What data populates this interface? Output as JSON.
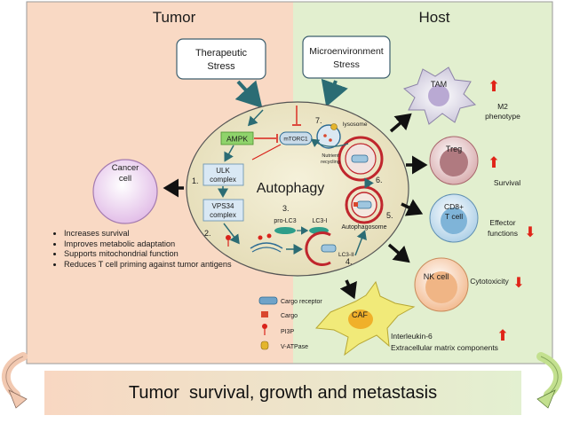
{
  "regions": {
    "tumor": "Tumor",
    "host": "Host"
  },
  "stress": {
    "therapeutic_l1": "Therapeutic",
    "therapeutic_l2": "Stress",
    "micro_l1": "Microenvironment",
    "micro_l2": "Stress"
  },
  "core": {
    "title": "Autophagy",
    "ampk": "AMPK",
    "mtorc1": "mTORC1",
    "ulk_l1": "ULK",
    "ulk_l2": "complex",
    "vps34_l1": "VPS34",
    "vps34_l2": "complex",
    "pro_lc3": "pro-LC3",
    "lc3_1": "LC3-I",
    "lc3_2": "LC3-II",
    "lysosome": "lysosome",
    "nutrient_l1": "Nutrient",
    "nutrient_l2": "recycling",
    "autophagosome": "Autophagosome",
    "steps": [
      "1.",
      "2.",
      "3.",
      "4.",
      "5.",
      "6.",
      "7."
    ]
  },
  "cancer_cell": {
    "l1": "Cancer",
    "l2": "cell"
  },
  "tumor_effects": [
    "Increases survival",
    "Improves metabolic adaptation",
    "Supports mitochondrial function",
    "Reduces T cell priming against tumor antigens"
  ],
  "legend": {
    "cargo_receptor": "Cargo receptor",
    "cargo": "Cargo",
    "pi3p": "PI3P",
    "v_atpase": "V-ATPase"
  },
  "host_cells": {
    "tam": {
      "name": "TAM",
      "effect_l1": "M2",
      "effect_l2": "phenotype",
      "direction": "up"
    },
    "treg": {
      "name": "Treg",
      "effect": "Survival",
      "direction": "up"
    },
    "cd8": {
      "name_l1": "CD8+",
      "name_l2": "T cell",
      "effect_l1": "Effector",
      "effect_l2": "functions",
      "direction": "down"
    },
    "nk": {
      "name": "NK cell",
      "effect": "Cytotoxicity",
      "direction": "down"
    },
    "caf": {
      "name": "CAF",
      "effect_l1": "Interleukin-6",
      "effect_l2": "Extracellular matrix components",
      "direction": "up"
    }
  },
  "outcome": "Tumor  survival, growth and metastasis",
  "colors": {
    "tumor_bg": "#f9d9c4",
    "host_bg": "#e2efcf",
    "core_fill": "#ede7c8",
    "arrow_teal": "#2b6c74",
    "red_arrow": "#e02418",
    "ampk_green": "#8fd36b",
    "complex_blue": "#d9e8f4"
  }
}
